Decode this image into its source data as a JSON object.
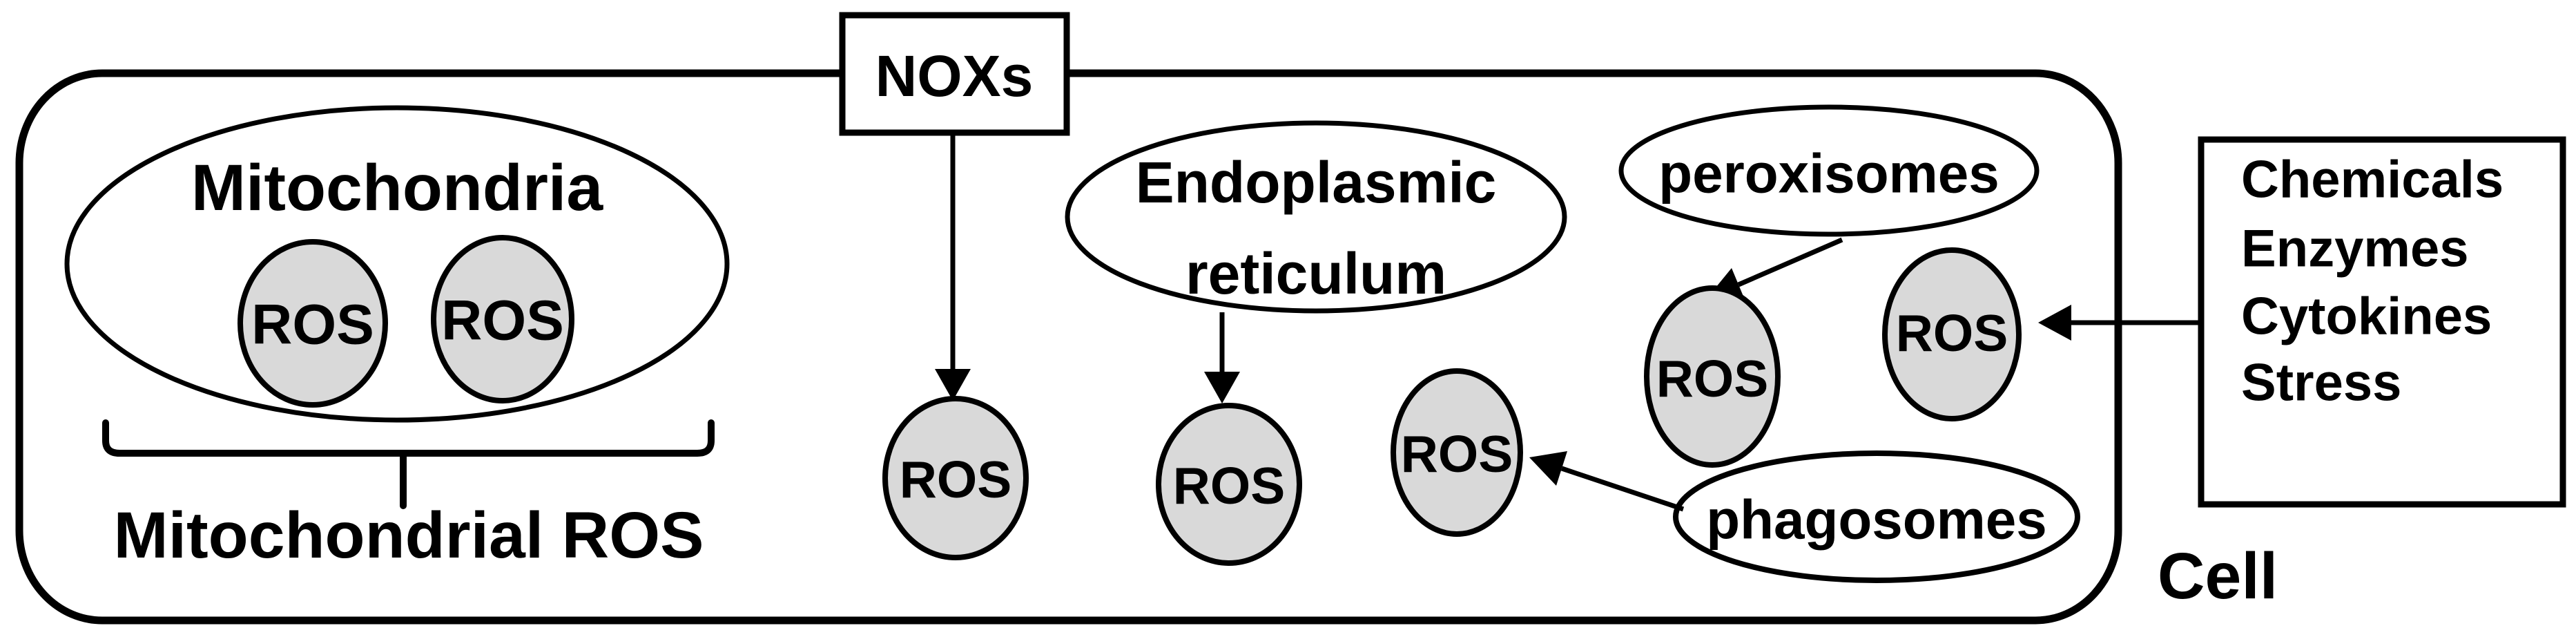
{
  "diagram": {
    "background": "#ffffff",
    "stroke_color": "#000000",
    "ros_fill": "#d9d9d9",
    "cell": {
      "label": "Cell"
    },
    "mitochondria": {
      "label": "Mitochondria",
      "ros_left": "ROS",
      "ros_right": "ROS",
      "brace_label": "Mitochondrial ROS"
    },
    "noxs": {
      "label": "NOXs",
      "ros": "ROS"
    },
    "endoplasmic_reticulum": {
      "line1": "Endoplasmic",
      "line2": "reticulum",
      "ros": "ROS"
    },
    "phagosomes": {
      "label": "phagosomes",
      "ros": "ROS"
    },
    "peroxisomes": {
      "label": "peroxisomes",
      "ros": "ROS"
    },
    "external_factors": {
      "lines": [
        "Chemicals",
        "Enzymes",
        "Cytokines",
        "Stress"
      ],
      "ros": "ROS"
    }
  }
}
